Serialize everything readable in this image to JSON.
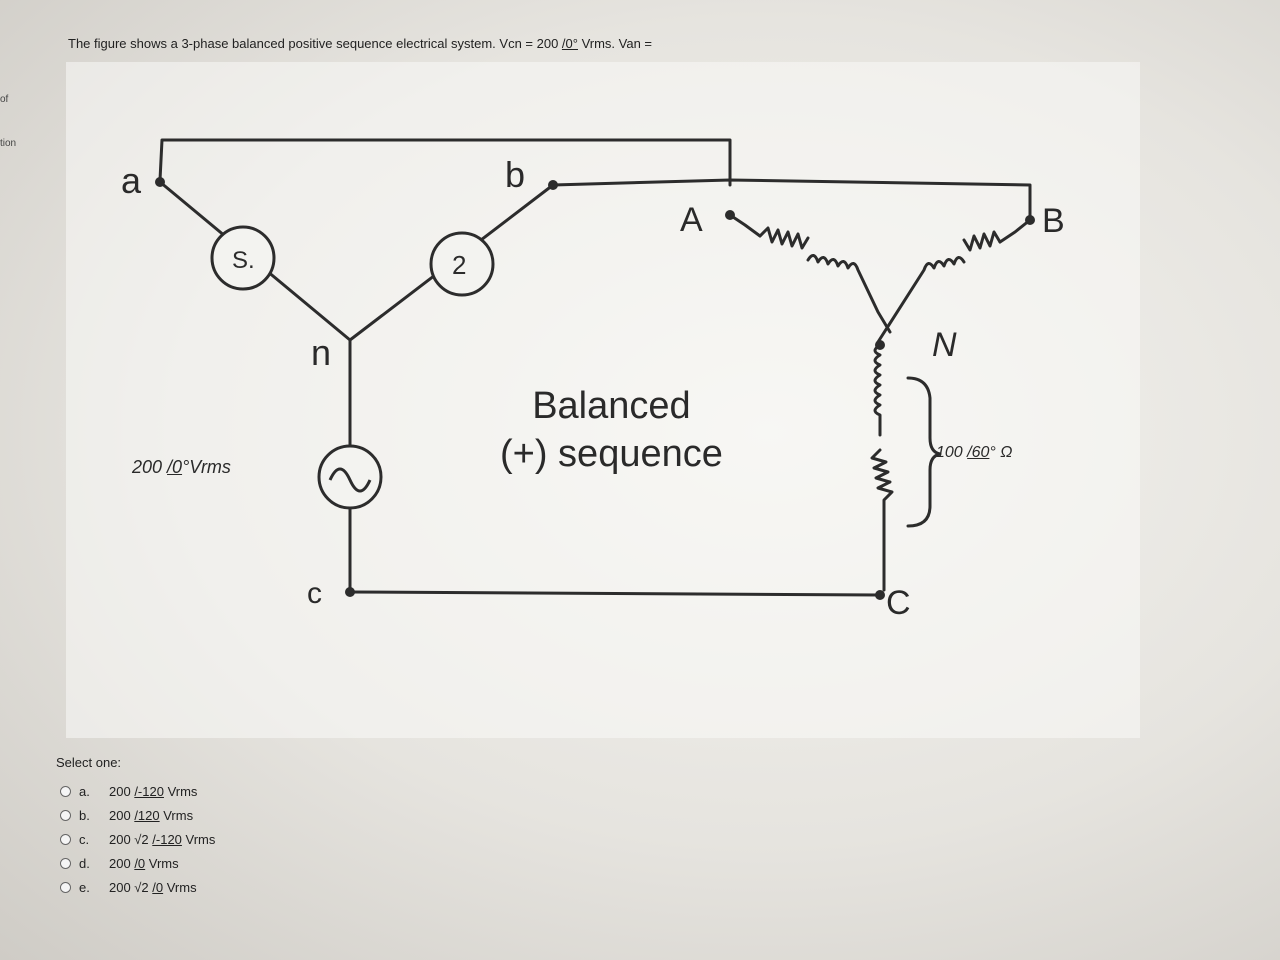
{
  "sidebar_fragments": [
    "of",
    "tion"
  ],
  "question": {
    "text_before": "The figure shows a 3-phase balanced positive sequence electrical system. Vcn = 200 ",
    "angle": "/0°",
    "text_after": " Vrms. Van ="
  },
  "figure": {
    "source_nodes": {
      "a": "a",
      "b": "b",
      "n": "n",
      "c": "c"
    },
    "load_nodes": {
      "A": "A",
      "B": "B",
      "N": "N",
      "C": "C"
    },
    "source_marks": {
      "s1": "S.",
      "s2": "2"
    },
    "balanced_line1": "Balanced",
    "balanced_line2": "(+) sequence",
    "source_value": "200 ",
    "source_angle": "/0",
    "source_unit": "°Vrms",
    "load_value": "100 ",
    "load_angle": "/60",
    "load_unit": "° Ω"
  },
  "select_one": "Select one:",
  "options": [
    {
      "letter": "a.",
      "value": "200 ",
      "angle": "/-120",
      "unit": " Vrms"
    },
    {
      "letter": "b.",
      "value": "200 ",
      "angle": "/120",
      "unit": " Vrms"
    },
    {
      "letter": "c.",
      "value": "200 √2 ",
      "angle": "/-120",
      "unit": " Vrms"
    },
    {
      "letter": "d.",
      "value": "200 ",
      "angle": "/0",
      "unit": " Vrms"
    },
    {
      "letter": "e.",
      "value": "200 √2 ",
      "angle": "/0",
      "unit": " Vrms"
    }
  ]
}
